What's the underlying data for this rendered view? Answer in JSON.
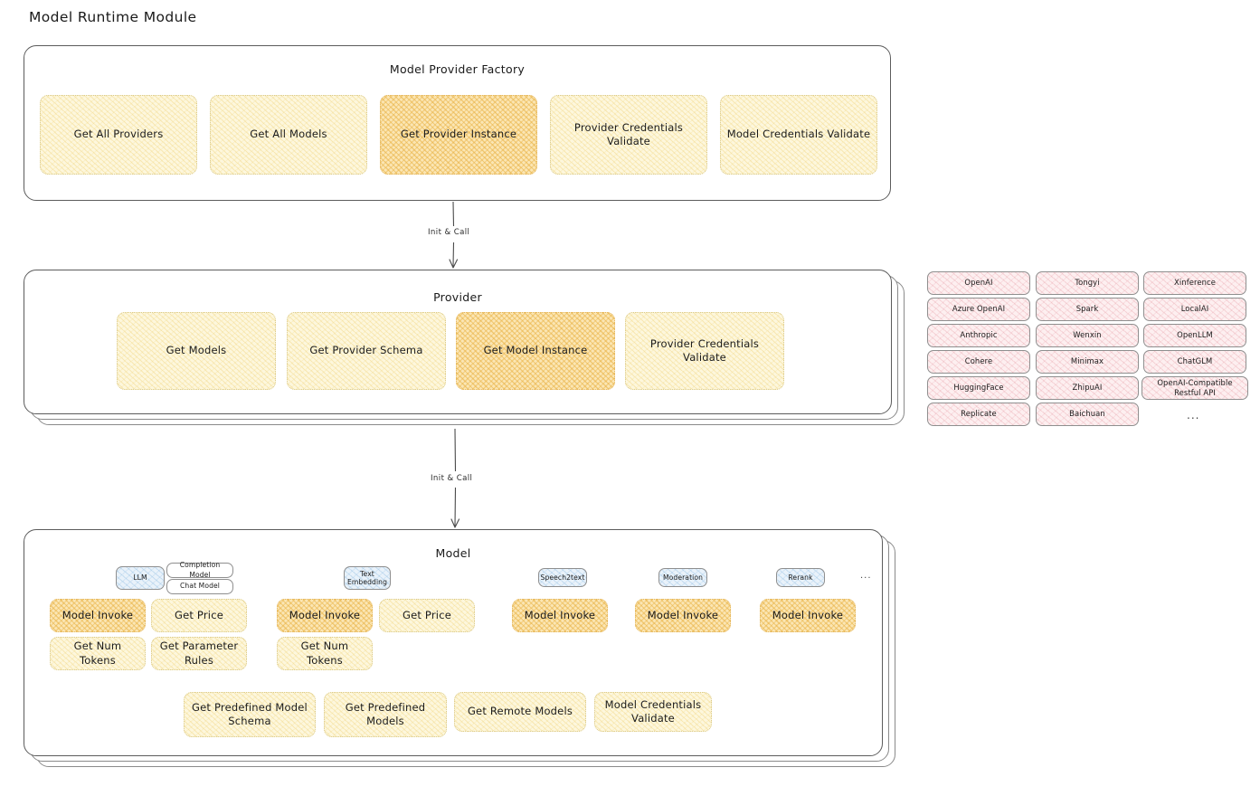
{
  "page": {
    "title": "Model Runtime Module"
  },
  "factory": {
    "title": "Model Provider Factory",
    "nodes": [
      {
        "label": "Get All Providers",
        "state": "pale"
      },
      {
        "label": "Get All Models",
        "state": "pale"
      },
      {
        "label": "Get Provider Instance",
        "state": "hot"
      },
      {
        "label": "Provider Credentials Validate",
        "state": "pale"
      },
      {
        "label": "Model Credentials Validate",
        "state": "pale"
      }
    ]
  },
  "arrow_factory_to_provider": {
    "label": "Init & Call"
  },
  "provider": {
    "title": "Provider",
    "nodes": [
      {
        "label": "Get Models",
        "state": "pale"
      },
      {
        "label": "Get Provider Schema",
        "state": "pale"
      },
      {
        "label": "Get Model Instance",
        "state": "hot"
      },
      {
        "label": "Provider Credentials Validate",
        "state": "pale"
      }
    ]
  },
  "arrow_provider_to_model": {
    "label": "Init & Call"
  },
  "provider_list": {
    "columns": [
      {
        "items": [
          "OpenAI",
          "Azure OpenAI",
          "Anthropic",
          "Cohere",
          "HuggingFace",
          "Replicate"
        ]
      },
      {
        "items": [
          "Tongyi",
          "Spark",
          "Wenxin",
          "Minimax",
          "ZhipuAI",
          "Baichuan"
        ]
      },
      {
        "items": [
          "Xinference",
          "LocalAI",
          "OpenLLM",
          "ChatGLM",
          "OpenAI-Compatible Restful API"
        ]
      }
    ],
    "more": "..."
  },
  "model": {
    "title": "Model",
    "more": "...",
    "types": [
      {
        "label": "LLM",
        "sub": [
          "Completion Model",
          "Chat Model"
        ]
      },
      {
        "label": "Text Embedding",
        "sub": []
      },
      {
        "label": "Speech2text",
        "sub": []
      },
      {
        "label": "Moderation",
        "sub": []
      },
      {
        "label": "Rerank",
        "sub": []
      }
    ],
    "groups": [
      {
        "nodes": [
          {
            "label": "Model Invoke",
            "state": "hot"
          },
          {
            "label": "Get Price",
            "state": "pale"
          },
          {
            "label": "Get Num Tokens",
            "state": "pale"
          },
          {
            "label": "Get Parameter Rules",
            "state": "pale"
          }
        ]
      },
      {
        "nodes": [
          {
            "label": "Model Invoke",
            "state": "hot"
          },
          {
            "label": "Get Price",
            "state": "pale"
          },
          {
            "label": "Get Num Tokens",
            "state": "pale"
          }
        ]
      },
      {
        "nodes": [
          {
            "label": "Model Invoke",
            "state": "hot"
          }
        ]
      },
      {
        "nodes": [
          {
            "label": "Model Invoke",
            "state": "hot"
          }
        ]
      },
      {
        "nodes": [
          {
            "label": "Model Invoke",
            "state": "hot"
          }
        ]
      }
    ],
    "shared_nodes": [
      {
        "label": "Get Predefined Model Schema",
        "state": "pale"
      },
      {
        "label": "Get Predefined Models",
        "state": "pale"
      },
      {
        "label": "Get Remote Models",
        "state": "pale"
      },
      {
        "label": "Model Credentials Validate",
        "state": "pale"
      }
    ]
  },
  "colors": {
    "pale_fill": "#fdf7dd",
    "hot_fill": "#fbe6b4",
    "pink_fill": "#fdeff0",
    "blue_fill": "#e9f2fa",
    "stroke": "#5c5c5c",
    "text": "#1b1b1b"
  }
}
